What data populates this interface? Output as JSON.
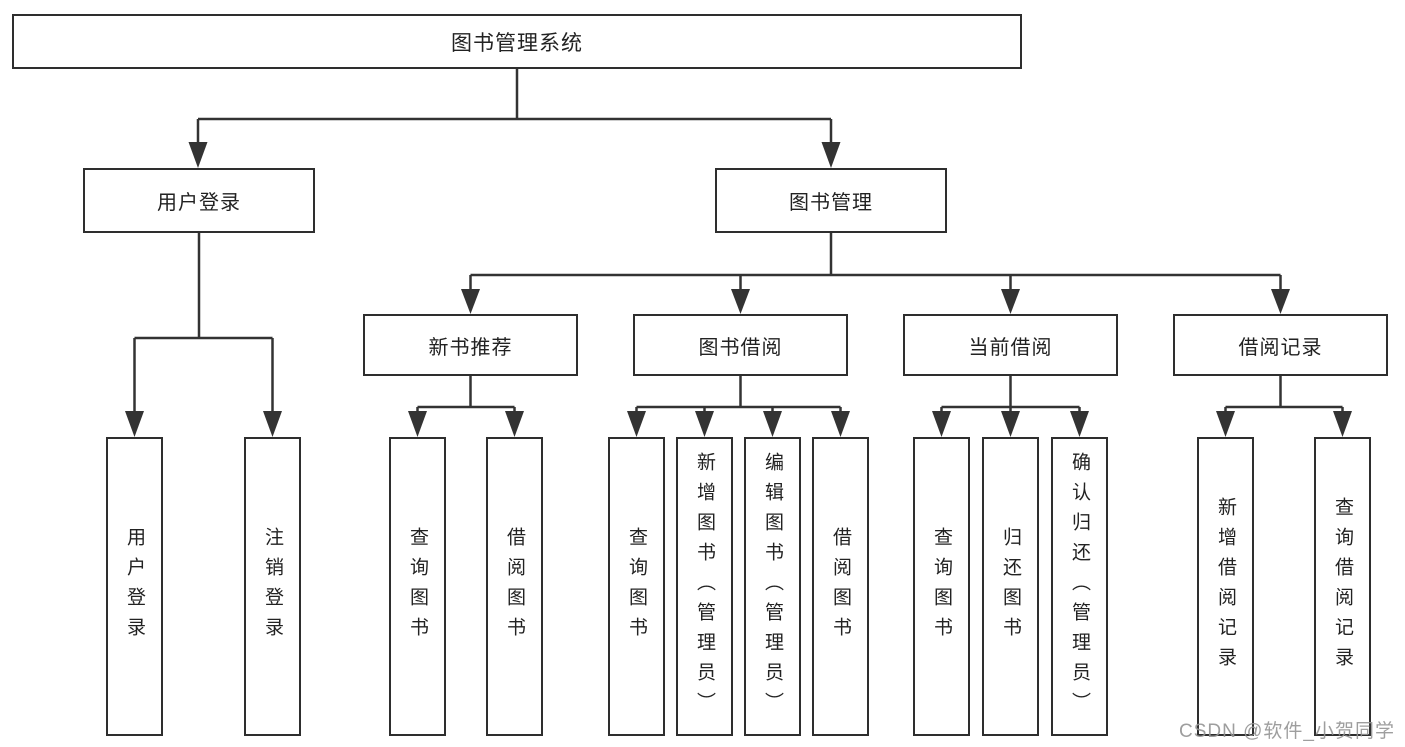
{
  "diagram": {
    "root": {
      "label": "图书管理系统"
    },
    "level2": [
      {
        "label": "用户登录",
        "children": [
          {
            "label": "用户登录"
          },
          {
            "label": "注销登录"
          }
        ]
      },
      {
        "label": "图书管理",
        "children": [
          {
            "label": "新书推荐",
            "children": [
              {
                "label": "查询图书"
              },
              {
                "label": "借阅图书"
              }
            ]
          },
          {
            "label": "图书借阅",
            "children": [
              {
                "label": "查询图书"
              },
              {
                "label": "新增图书（管理员）"
              },
              {
                "label": "编辑图书（管理员）"
              },
              {
                "label": "借阅图书"
              }
            ]
          },
          {
            "label": "当前借阅",
            "children": [
              {
                "label": "查询图书"
              },
              {
                "label": "归还图书"
              },
              {
                "label": "确认归还（管理员）"
              }
            ]
          },
          {
            "label": "借阅记录",
            "children": [
              {
                "label": "新增借阅记录"
              },
              {
                "label": "查询借阅记录"
              }
            ]
          }
        ]
      }
    ]
  },
  "watermark": {
    "text": "CSDN @软件_小贺同学"
  },
  "colors": {
    "line": "#333333",
    "box_border": "#2e2e2e",
    "box_fill": "#ffffff",
    "text": "#222222",
    "watermark": "#949494"
  }
}
